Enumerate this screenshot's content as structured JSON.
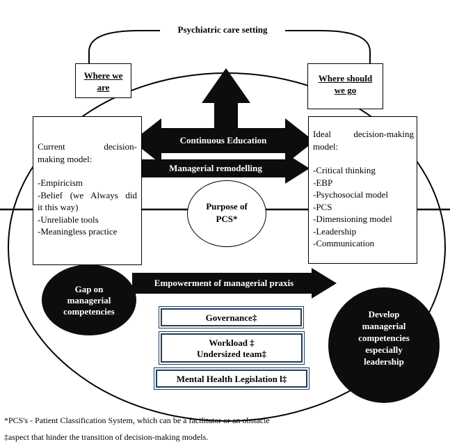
{
  "setting_label": "Psychiatric care setting",
  "current_box": {
    "line1": "Where we",
    "line2": "are"
  },
  "ideal_box": {
    "line1": "Where should",
    "line2": "we go"
  },
  "current_model": {
    "heading_line1": "Current decision-",
    "heading_line2": "making model:",
    "items": [
      "-Empiricism",
      "-Belief (we Always did",
      "it this way)",
      "-Unreliable tools",
      "-Meaningless practice"
    ]
  },
  "ideal_model": {
    "heading_line1": "Ideal decision-making",
    "heading_line2": "model:",
    "items": [
      "-Critical thinking",
      "-EBP",
      "-Psychosocial model",
      "-PCS",
      "-Dimensioning model",
      "-Leadership",
      "-Communication"
    ]
  },
  "arrows": {
    "education": "Continuous Education",
    "remodelling": "Managerial remodelling",
    "empowerment": "Empowerment of managerial praxis"
  },
  "purpose": {
    "line1": "Purpose of",
    "line2": "PCS*"
  },
  "gap": {
    "line1": "Gap on",
    "line2": "managerial",
    "line3": "competencies"
  },
  "develop": {
    "line1": "Develop",
    "line2": "managerial",
    "line3": "competencies",
    "line4": "especially",
    "line5": "leadership"
  },
  "barriers": {
    "governance": "Governance‡",
    "workload_line1": "Workload ‡",
    "workload_line2": "Undersized team‡",
    "legislation": "Mental Health Legislation l‡"
  },
  "footnotes": {
    "pcs": "*PCS's - Patient Classification System, which can be a facilitator or an obstacle",
    "barrier": "‡aspect that hinder the transition of decision-making models."
  },
  "colors": {
    "dark": "#0d0d0d",
    "barrier_border": "#1f3b5a"
  }
}
